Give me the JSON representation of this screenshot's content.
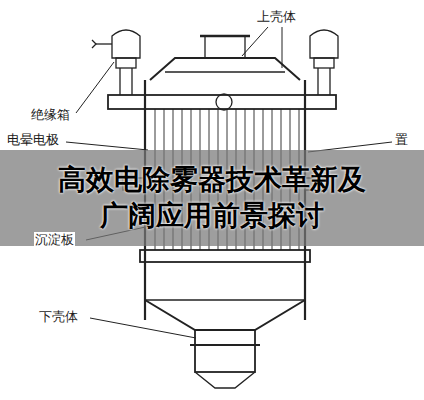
{
  "diagram": {
    "title": "高效电除雾器技术革新及广阔应用前景探讨",
    "labels": [
      "上壳体",
      "绝缘箱",
      "电晕电极",
      "置",
      "沉淀板",
      "下壳体"
    ]
  }
}
